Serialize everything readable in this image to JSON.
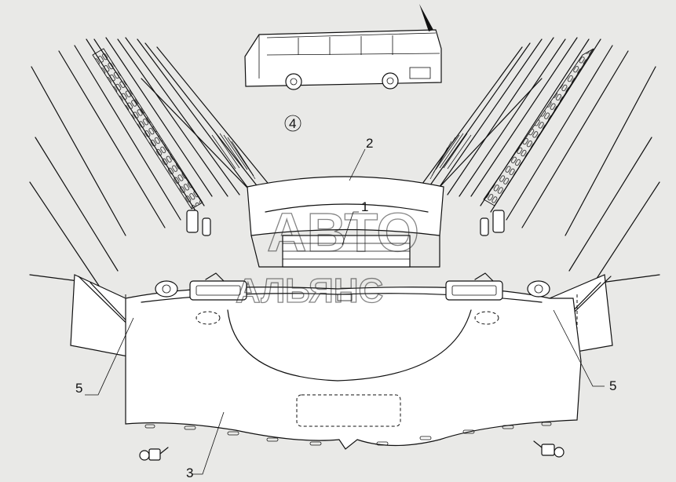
{
  "callouts": {
    "part_1": "1",
    "part_2": "2",
    "part_3": "3",
    "part_4": "4",
    "part_5_left": "5",
    "part_5_right": "5"
  },
  "watermark": {
    "line1": "АВТО",
    "line2": "АЛЬЯНС"
  },
  "colors": {
    "background": "#e9e9e7",
    "line": "#111111",
    "part_fill": "#ffffff"
  }
}
